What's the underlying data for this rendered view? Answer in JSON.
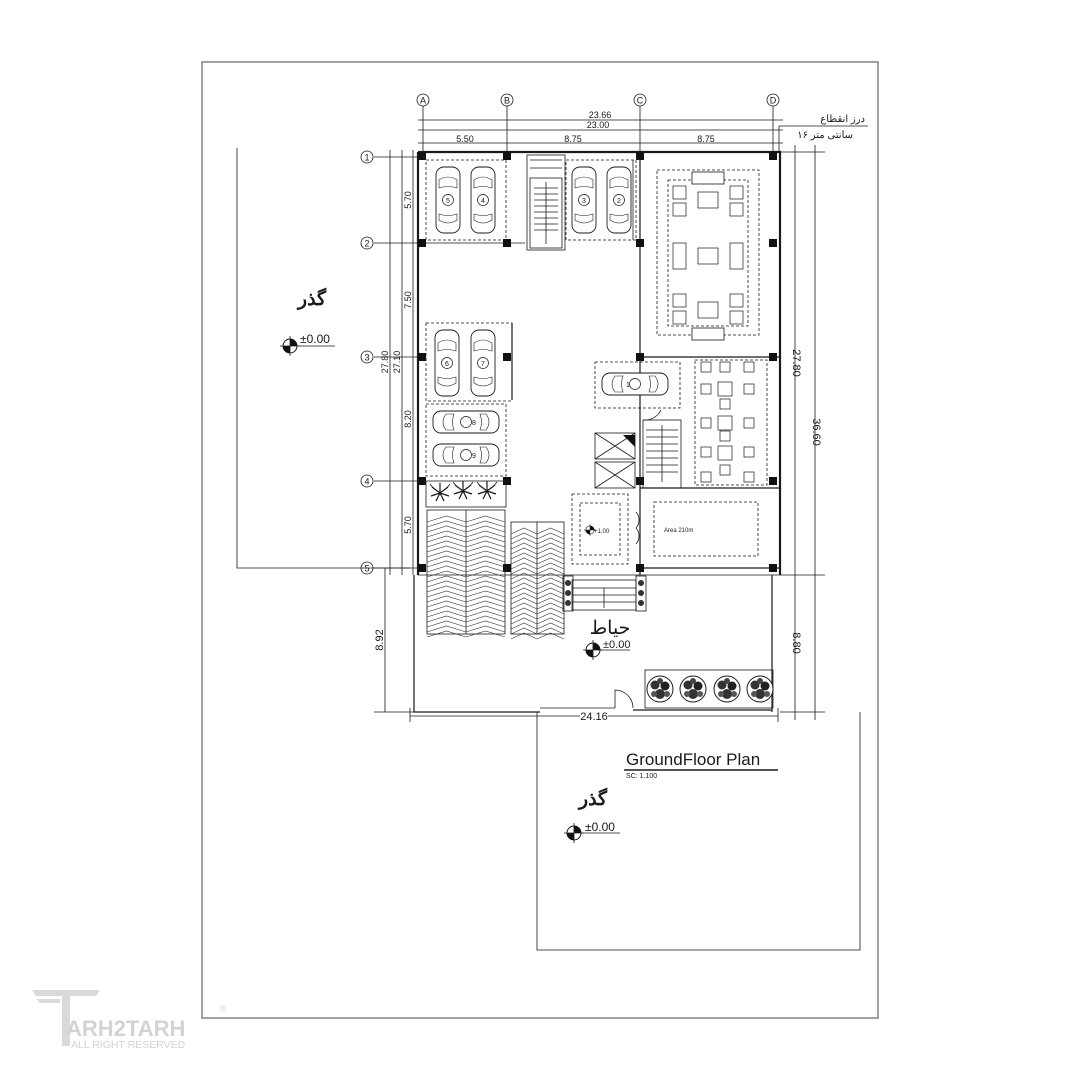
{
  "drawing": {
    "title": "GroundFloor Plan",
    "scale": "SC: 1.100"
  },
  "grid_axes": {
    "columns": [
      "A",
      "B",
      "C",
      "D"
    ],
    "rows": [
      "1",
      "2",
      "3",
      "4",
      "5"
    ]
  },
  "dimensions": {
    "top_overall_1": "23.66",
    "top_overall_2": "23.00",
    "top_span_ab": "5.50",
    "top_span_bc": "8.75",
    "top_span_cd": "8.75",
    "left_span_12": "5.70",
    "left_span_23": "7.50",
    "left_span_34": "8.20",
    "left_span_45": "5.70",
    "left_overall_1": "27.80",
    "left_overall_2": "27.10",
    "left_yard": "8.92",
    "right_building": "27.80",
    "right_overall": "36.60",
    "right_yard": "8.80",
    "bottom_overall": "24.16"
  },
  "labels": {
    "expansion_joint_line1": "درز انقطاع",
    "expansion_joint_line2": "۱۶ سانتی متر",
    "street_west": "گذر",
    "street_south": "گذر",
    "yard": "حیاط",
    "level_west": "±0.00",
    "level_yard": "±0.00",
    "level_south": "±0.00",
    "level_lobby": "+1.00",
    "hall_area": "Area 210m"
  },
  "parking_numbers": [
    "1",
    "2",
    "3",
    "4",
    "5",
    "6",
    "7",
    "8",
    "9"
  ],
  "watermark": {
    "brand": "ARH2TARH",
    "rights": "ALL RIGHT RESERVED",
    "registered": "®"
  }
}
